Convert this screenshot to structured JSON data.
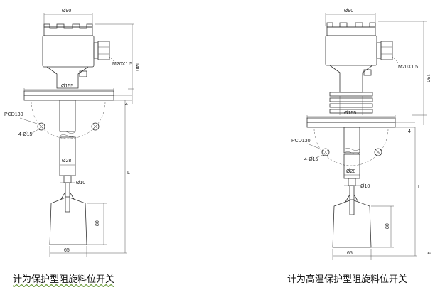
{
  "left_drawing": {
    "dims": {
      "cap_diameter": "Ø90",
      "cable_gland": "M20X1.5",
      "height_top": "140",
      "flange_diameter": "Ø155",
      "flange_thickness": "4",
      "pcd": "PCD130",
      "bolt_holes": "4-Ø15",
      "tube_diameter": "Ø28",
      "length": "L",
      "rod_diameter": "Ø10",
      "paddle_height": "80",
      "paddle_width": "65"
    },
    "caption": "计为保护型阻旋料位开关"
  },
  "right_drawing": {
    "dims": {
      "cap_diameter": "Ø90",
      "cable_gland": "M20X1.5",
      "height_top": "190",
      "flange_diameter": "Ø155",
      "flange_thickness": "4",
      "pcd": "PCD130",
      "bolt_holes": "4-Ø15",
      "tube_diameter": "Ø28",
      "length": "L",
      "rod_diameter": "Ø10",
      "paddle_height": "80",
      "paddle_width": "65"
    },
    "caption": "计为高温保护型阻旋料位开关"
  },
  "paragraph_mark": "↵"
}
